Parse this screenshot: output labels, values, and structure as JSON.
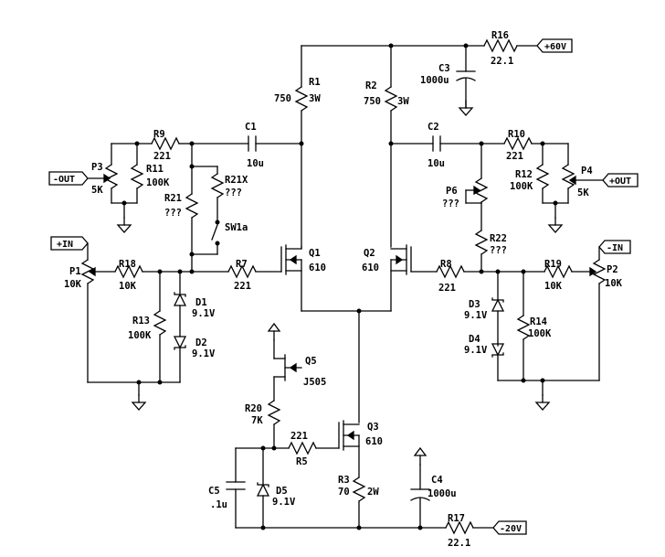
{
  "labels": {
    "R16": "R16",
    "R16v": "22.1",
    "p60": "+60V",
    "C3": "C3",
    "C3v": "1000u",
    "R1": "R1",
    "R1v": "750",
    "R1w": "3W",
    "R2": "R2",
    "R2v": "750",
    "R2w": "3W",
    "C1": "C1",
    "C1v": "10u",
    "C2": "C2",
    "C2v": "10u",
    "R9": "R9",
    "R9v": "221",
    "R10": "R10",
    "R10v": "221",
    "R11": "R11",
    "R11v": "100K",
    "R12": "R12",
    "R12v": "100K",
    "P3": "P3",
    "P3v": "5K",
    "P4": "P4",
    "P4v": "5K",
    "mout": "-OUT",
    "pout": "+OUT",
    "R21": "R21",
    "R21v": "???",
    "R21X": "R21X",
    "R21Xv": "???",
    "SW1a": "SW1a",
    "P6": "P6",
    "P6v": "???",
    "R22": "R22",
    "R22v": "???",
    "pin": "+IN",
    "min": "-IN",
    "P1": "P1",
    "P1v": "10K",
    "P2": "P2",
    "P2v": "10K",
    "R18": "R18",
    "R18v": "10K",
    "R19": "R19",
    "R19v": "10K",
    "R7": "R7",
    "R7v": "221",
    "R8": "R8",
    "R8v": "221",
    "Q1": "Q1",
    "Q1v": "610",
    "Q2": "Q2",
    "Q2v": "610",
    "D1": "D1",
    "D1v": "9.1V",
    "D2": "D2",
    "D2v": "9.1V",
    "D3": "D3",
    "D3v": "9.1V",
    "D4": "D4",
    "D4v": "9.1V",
    "R13": "R13",
    "R13v": "100K",
    "R14": "R14",
    "R14v": "100K",
    "Q5": "Q5",
    "Q5v": "J505",
    "R20": "R20",
    "R20v": "7K",
    "R5": "R5",
    "R5v": "221",
    "Q3": "Q3",
    "Q3v": "610",
    "C5": "C5",
    "C5v": ".1u",
    "D5": "D5",
    "D5v": "9.1V",
    "R3": "R3",
    "R3v": "70",
    "R3w": "2W",
    "C4": "C4",
    "C4v": "1000u",
    "R17": "R17",
    "R17v": "22.1",
    "m20": "-20V"
  }
}
